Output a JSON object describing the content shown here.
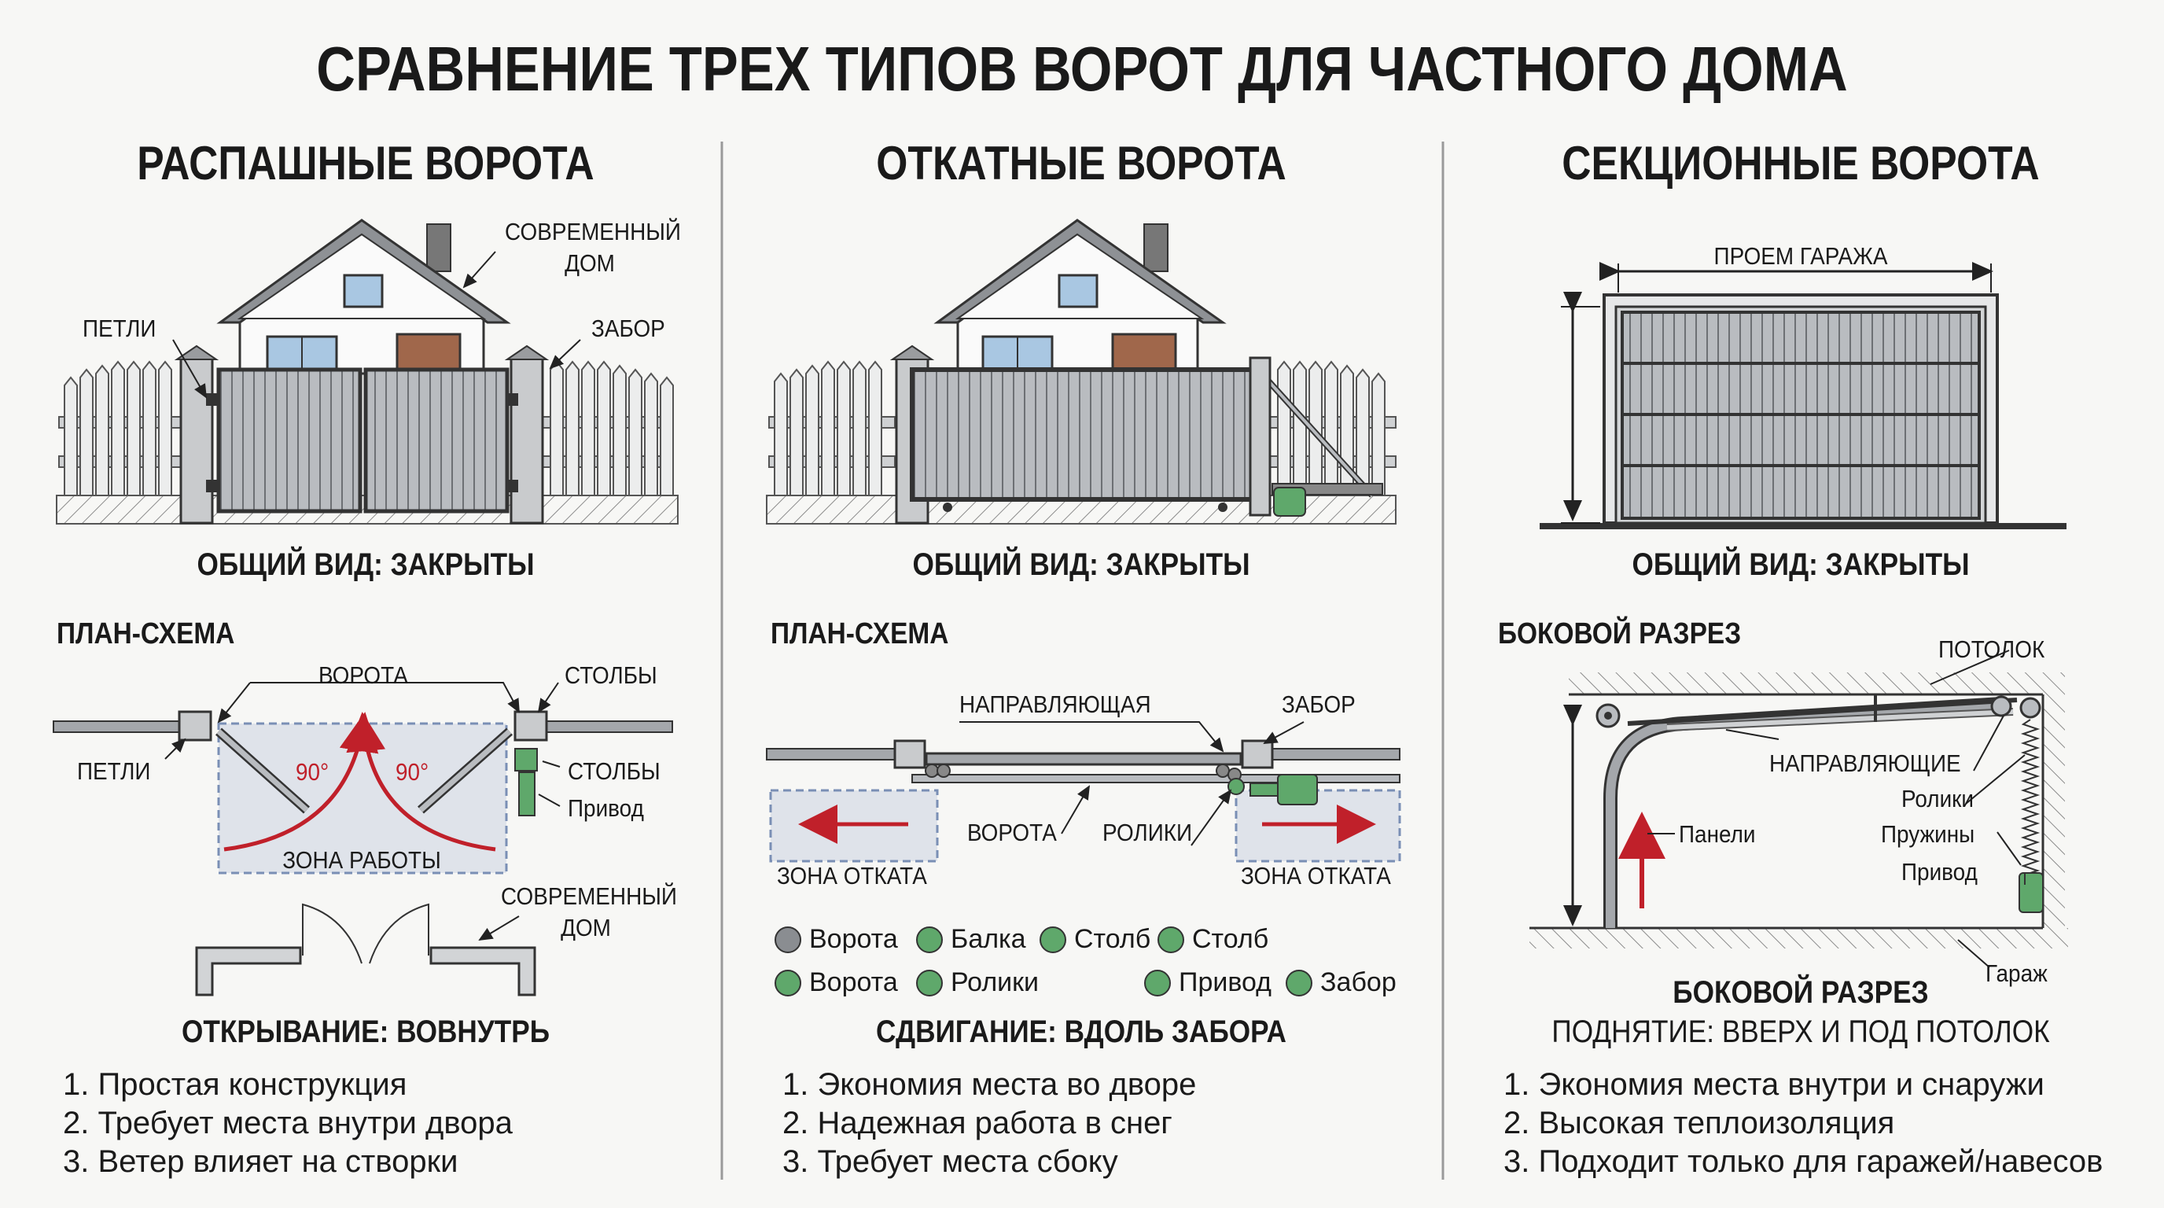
{
  "title": "СРАВНЕНИЕ ТРЕХ ТИПОВ ВОРОТ ДЛЯ ЧАСТНОГО ДОМА",
  "colors": {
    "accent_red": "#c0202a",
    "motor_green": "#5fa86b",
    "zone_fill": "#dfe3ea",
    "dashed_border": "#7a8fb5"
  },
  "swing": {
    "title": "РАСПАШНЫЕ ВОРОТА",
    "view_caption": "ОБЩИЙ ВИД: ЗАКРЫТЫ",
    "labels": {
      "house": "СОВРЕМЕННЫЙ\nДОМ",
      "hinges": "ПЕТЛИ",
      "fence": "ЗАБОР"
    },
    "plan_title": "ПЛАН-СХЕМА",
    "plan_labels": {
      "gates": "ВОРОТА",
      "posts_top": "СТОЛБЫ",
      "hinges": "ПЕТЛИ",
      "posts": "СТОЛБЫ",
      "drive": "Привод",
      "angle_left": "90°",
      "angle_right": "90°",
      "work_zone": "ЗОНА РАБОТЫ",
      "house": "СОВРЕМЕННЫЙ\nДОМ"
    },
    "opening_caption": "ОТКРЫВАНИЕ: ВОВНУТРЬ",
    "points": [
      "1. Простая конструкция",
      "2. Требует места внутри двора",
      "3. Ветер влияет на створки"
    ]
  },
  "sliding": {
    "title": "ОТКАТНЫЕ ВОРОТА",
    "view_caption": "ОБЩИЙ ВИД: ЗАКРЫТЫ",
    "plan_title": "ПЛАН-СХЕМА",
    "plan_labels": {
      "guide": "НАПРАВЛЯЮЩАЯ",
      "fence": "ЗАБОР",
      "gates": "ВОРОТА",
      "rollers": "РОЛИКИ",
      "zone_left": "ЗОНА ОТКАТА",
      "zone_right": "ЗОНА ОТКАТА"
    },
    "legend": [
      {
        "label": "Ворота",
        "color": "#8a8d91"
      },
      {
        "label": "Балка",
        "color": "#5fa86b"
      },
      {
        "label": "Столб",
        "color": "#5fa86b"
      },
      {
        "label": "Столб",
        "color": "#5fa86b"
      },
      {
        "label": "Ворота",
        "color": "#5fa86b"
      },
      {
        "label": "Ролики",
        "color": "#5fa86b"
      },
      {
        "label": "Привод",
        "color": "#5fa86b"
      },
      {
        "label": "Забор",
        "color": "#5fa86b"
      }
    ],
    "opening_caption": "СДВИГАНИЕ: ВДОЛЬ ЗАБОРА",
    "points": [
      "1. Экономия места во дворе",
      "2. Надежная работа в снег",
      "3. Требует места сбоку"
    ]
  },
  "sectional": {
    "title": "СЕКЦИОННЫЕ ВОРОТА",
    "view_caption": "ОБЩИЙ ВИД: ЗАКРЫТЫ",
    "labels": {
      "opening": "ПРОЕМ ГАРАЖА"
    },
    "section_title": "БОКОВОЙ РАЗРЕЗ",
    "section_labels": {
      "ceiling": "ПОТОЛОК",
      "guides": "НАПРАВЛЯЮЩИЕ",
      "rollers": "Ролики",
      "panels": "Панели",
      "springs": "Пружины",
      "drive": "Привод",
      "garage": "Гараж"
    },
    "section_caption": "БОКОВОЙ РАЗРЕЗ",
    "opening_caption": "ПОДНЯТИЕ: ВВЕРХ И ПОД ПОТОЛОК",
    "points": [
      "1. Экономия места внутри и снаружи",
      "2. Высокая теплоизоляция",
      "3. Подходит только для гаражей/навесов"
    ]
  }
}
